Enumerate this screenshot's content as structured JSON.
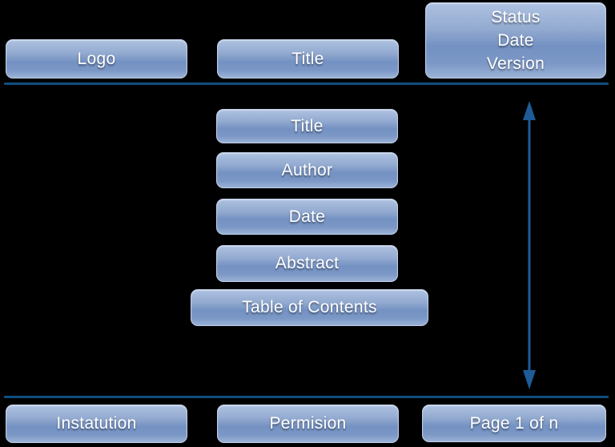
{
  "colors": {
    "background": "#000000",
    "box_text": "#ffffff",
    "box_gradient_top": "#aec2e1",
    "box_gradient_mid": "#7391c2",
    "box_gradient_bottom": "#9ab2d6",
    "line": "#0e4e81",
    "arrow": "#1d5c96"
  },
  "top_row": {
    "logo": "Logo",
    "title": "Title",
    "status_lines": [
      "Status",
      "Date",
      "Version"
    ]
  },
  "middle": {
    "title": "Title",
    "author": "Author",
    "date": "Date",
    "abstract": "Abstract",
    "toc": "Table of Contents"
  },
  "bottom_row": {
    "institution": "Instatution",
    "permission": "Permision",
    "page": "Page 1 of n"
  }
}
